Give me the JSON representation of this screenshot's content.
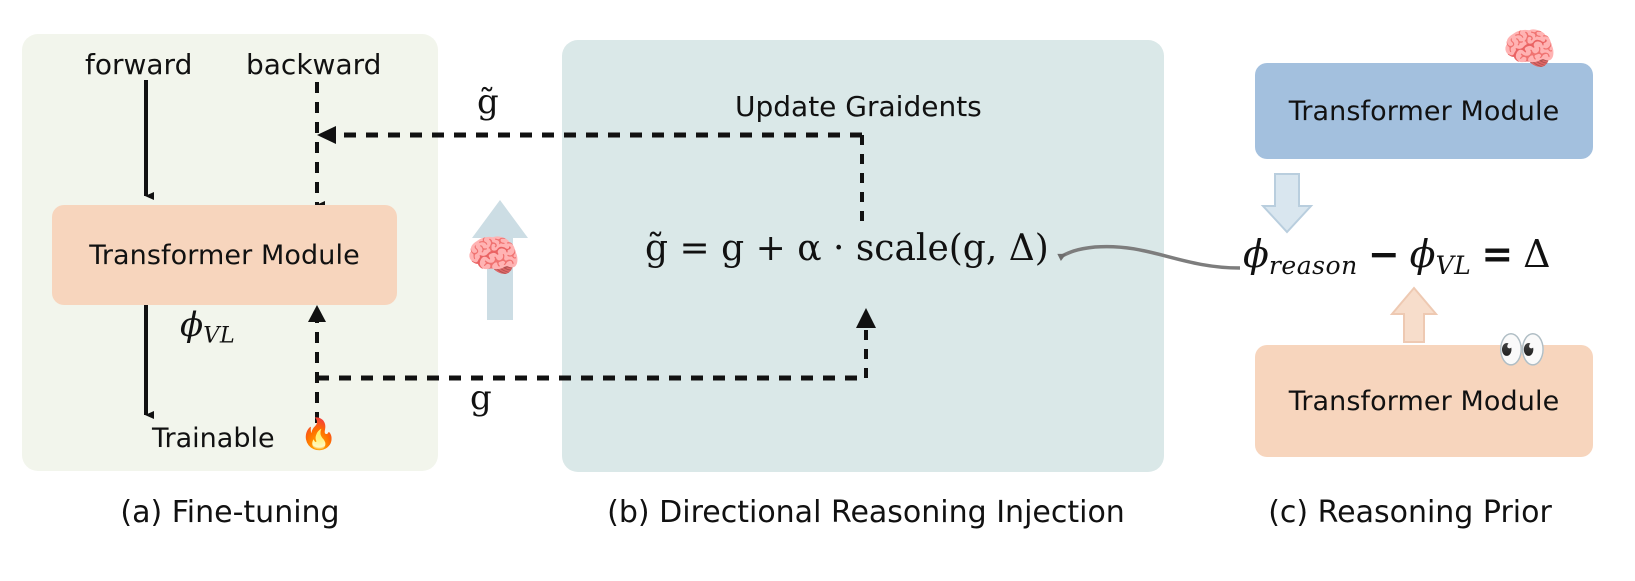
{
  "figure": {
    "title": "Directional Reasoning Injection framework diagram",
    "background": "#ffffff"
  },
  "colors": {
    "panel_a_bg": "#f2f5ec",
    "panel_b_bg": "#dae8e8",
    "module_orange": "#f7d5bd",
    "module_blue": "#a3c0de",
    "arrow_blue": "#ccdde4",
    "arrow_peach": "#f7d5c2",
    "connector_gray": "#808080",
    "ink": "#111111",
    "fire_red": "#ee3b2b"
  },
  "panel_a": {
    "caption": "(a) Fine-tuning",
    "forward_label": "forward",
    "backward_label": "backward",
    "module_label": "Transformer Module",
    "phi_symbol": "ϕ",
    "phi_subscript": "VL",
    "trainable_label": "Trainable",
    "fire_icon": "fire-icon"
  },
  "panel_b": {
    "caption": "(b) Directional Reasoning Injection",
    "title": "Update Graidents",
    "gradient_in_label": "g",
    "gradient_out_label": "g̃",
    "formula": {
      "lhs": "g̃",
      "eq": "=",
      "rhs": "g + α · scale(g, Δ)",
      "full": "g̃ = g + α · scale(g, Δ)"
    },
    "brain_icon": "brain-lightbulb-icon",
    "up_arrow_icon": "up-arrow-icon"
  },
  "panel_c": {
    "caption": "(c) Reasoning Prior",
    "reasoning_module_label": "Transformer Module",
    "vl_module_label": "Transformer Module",
    "equation": {
      "phi_reason": "ϕ",
      "phi_reason_sub": "reason",
      "minus": "−",
      "phi_vl": "ϕ",
      "phi_vl_sub": "VL",
      "equals": "=",
      "delta": "Δ",
      "full": "ϕ_reason − ϕ_VL = Δ"
    },
    "brain_icon": "brain-lightbulb-icon",
    "eyes_icon": "eyes-icon",
    "down_arrow_icon": "down-arrow-icon",
    "up_arrow_icon": "up-arrow-icon"
  }
}
